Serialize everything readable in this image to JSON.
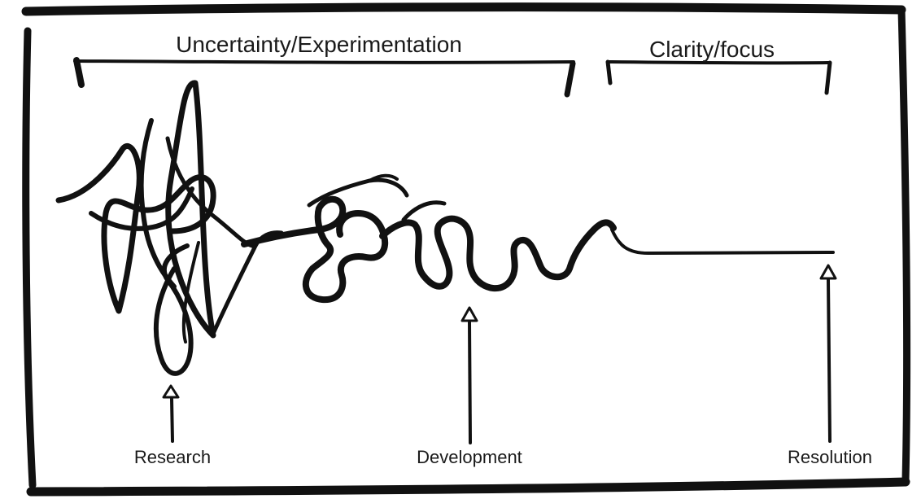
{
  "phases": [
    {
      "label": "Uncertainty/Experimentation"
    },
    {
      "label": "Clarity/focus"
    }
  ],
  "markers": [
    {
      "label": "Research"
    },
    {
      "label": "Development"
    },
    {
      "label": "Resolution"
    }
  ],
  "colors": {
    "ink": "#111111",
    "background": "#ffffff"
  }
}
